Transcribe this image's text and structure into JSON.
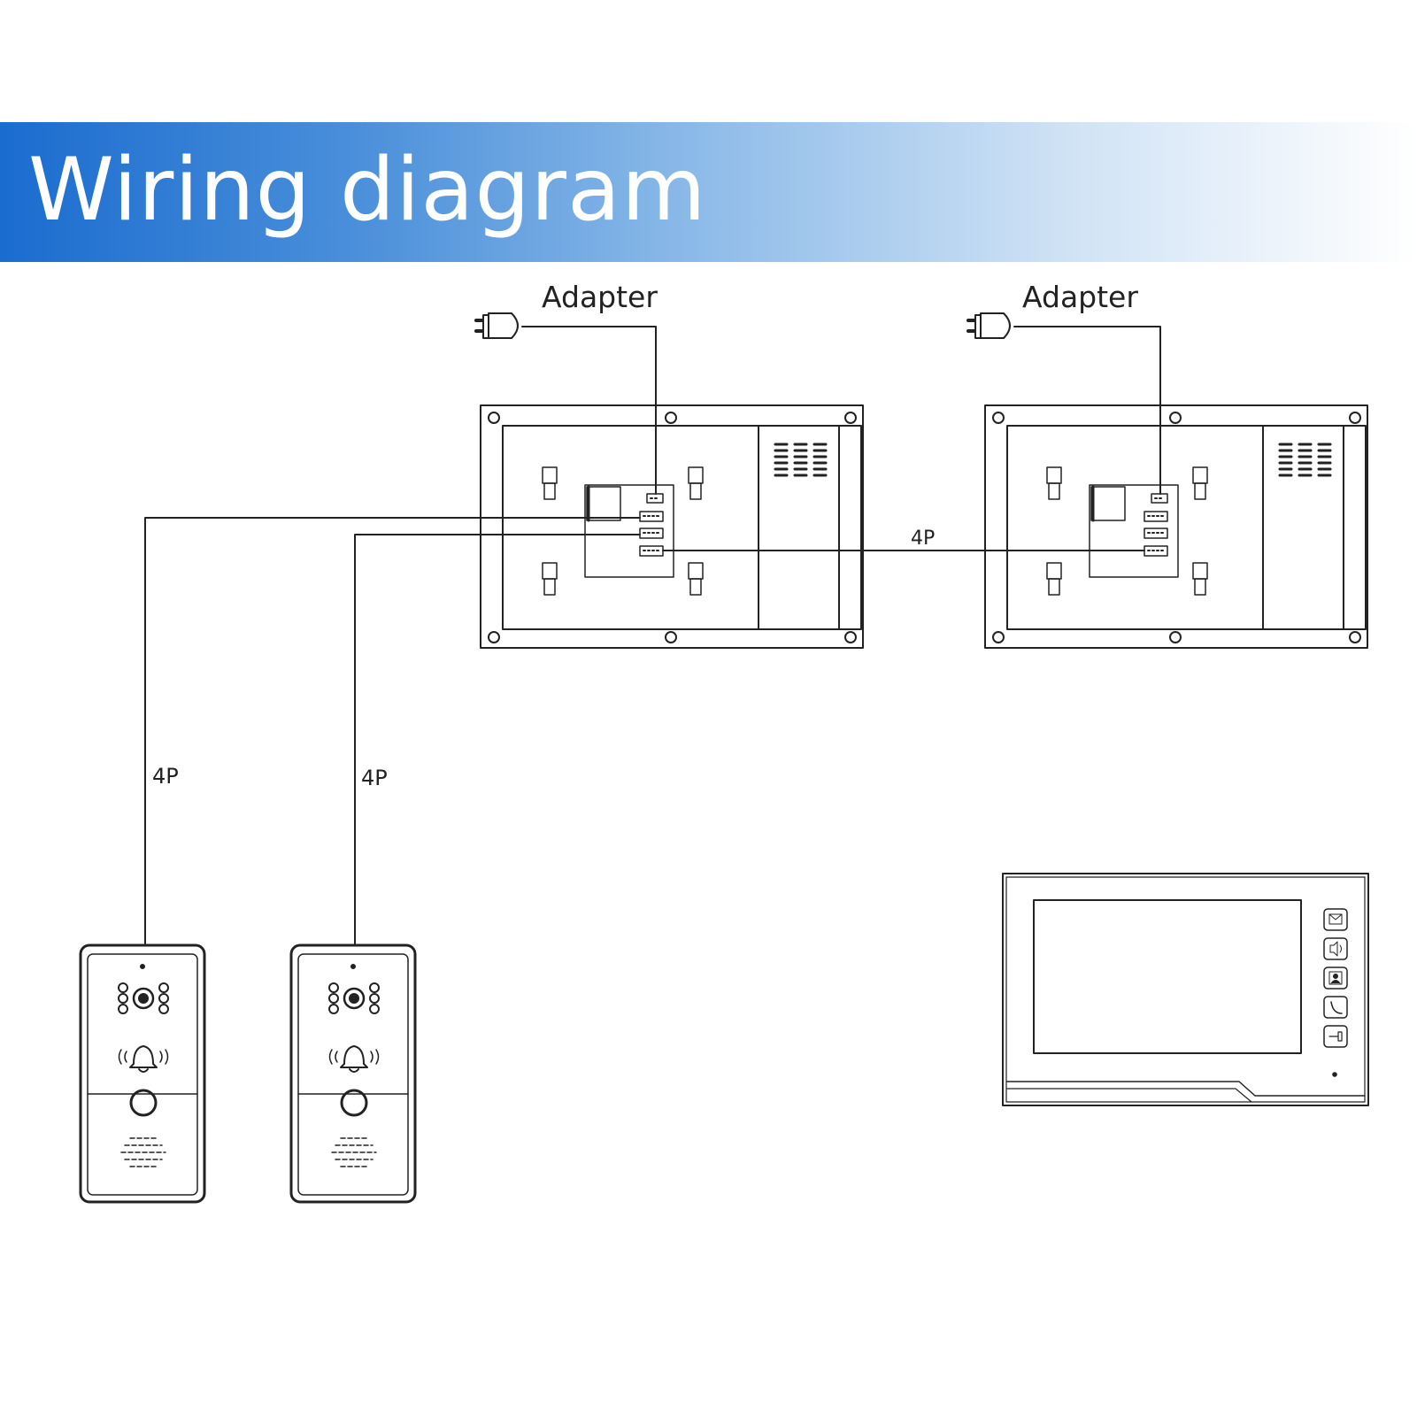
{
  "title": "Wiring diagram",
  "labels": {
    "adapter_left": "Adapter",
    "adapter_right": "Adapter",
    "wire_between_monitors": "4P",
    "wire_doorbell_1": "4P",
    "wire_doorbell_2": "4P"
  },
  "colors": {
    "banner_start": "#1a6ccf",
    "banner_end": "#ffffff",
    "line": "#222222"
  }
}
